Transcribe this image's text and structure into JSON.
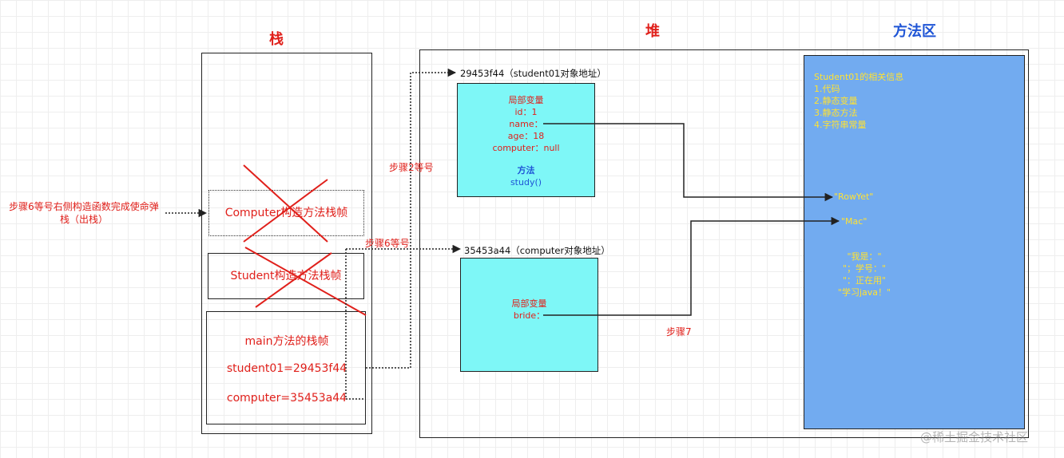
{
  "headers": {
    "stack": "栈",
    "heap": "堆",
    "method_area": "方法区"
  },
  "stack": {
    "computer_frame": "Computer构造方法栈帧",
    "student_frame": "Student构造方法栈帧",
    "main_title": "main方法的栈帧",
    "main_student01": "student01=29453f44",
    "main_computer": "computer=35453a44"
  },
  "annotations": {
    "left_note_line1": "步骤6等号右侧构造函数完成使命弹",
    "left_note_line2": "栈（出栈）",
    "step2": "步骤2等号",
    "step6": "步骤6等号",
    "step7": "步骤7"
  },
  "heap": {
    "student_addr": "29453f44（student01对象地址）",
    "student_obj": {
      "vars_title": "局部变量",
      "id": "id：1",
      "name": "name：",
      "age": "age：18",
      "computer": "computer：null",
      "methods_title": "方法",
      "method": "study()"
    },
    "computer_addr": "35453a44（computer对象地址）",
    "computer_obj": {
      "vars_title": "局部变量",
      "bride": "bride："
    }
  },
  "method_area": {
    "info": [
      "Student01的相关信息",
      "1.代码",
      "2.静态变量",
      "3.静态方法",
      "4.字符串常量"
    ],
    "rowyet": "\"RowYet\"",
    "mac": "\"Mac\"",
    "constants": [
      "\"我是：\"",
      "\"；学号：\"",
      "\"：正在用\"",
      "\"学习java！\""
    ]
  },
  "watermark": "@稀土掘金技术社区",
  "colors": {
    "red": "#e0201b",
    "blue": "#1f55d6",
    "cyan_fill": "#7ef7f7",
    "method_area_fill": "#72abf0",
    "yellow_text": "#ffe233"
  }
}
